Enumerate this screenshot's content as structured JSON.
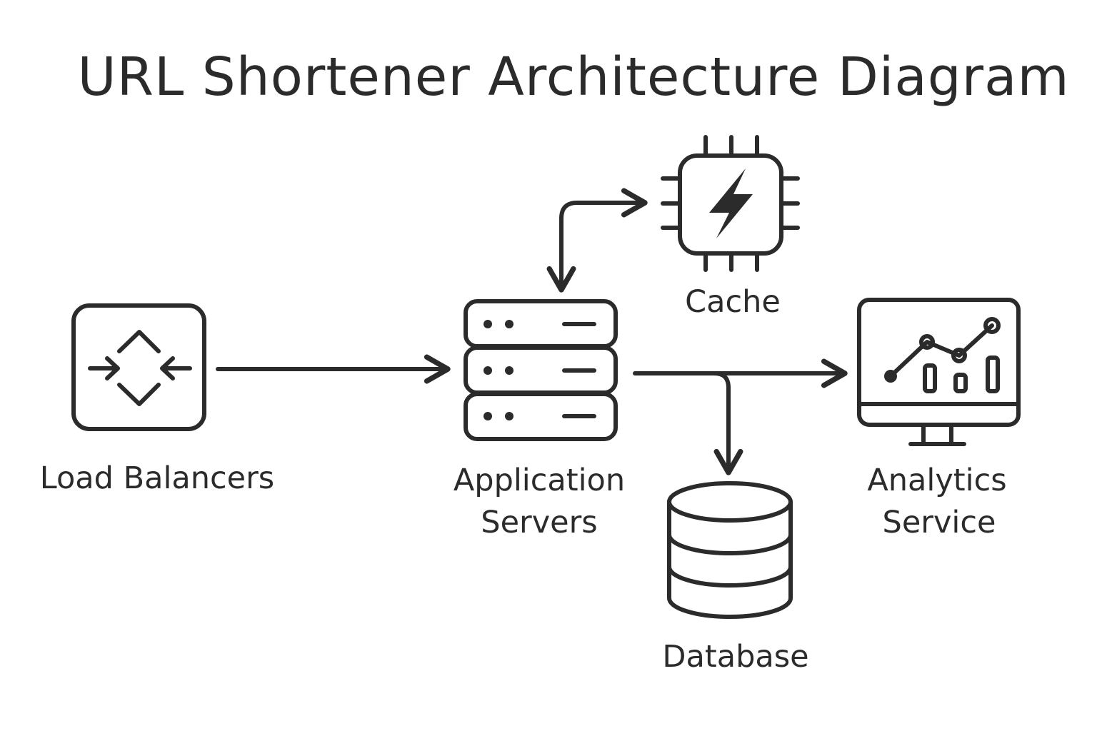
{
  "title": "URL Shortener Architecture Diagram",
  "colors": {
    "ink": "#2b2b2b",
    "background": "#ffffff"
  },
  "nodes": {
    "load_balancers": {
      "label": "Load Balancers",
      "icon": "load-balancer-icon"
    },
    "app_servers": {
      "label_line1": "Application",
      "label_line2": "Servers",
      "icon": "server-stack-icon"
    },
    "cache": {
      "label": "Cache",
      "icon": "chip-lightning-icon"
    },
    "database": {
      "label": "Database",
      "icon": "database-cylinder-icon"
    },
    "analytics": {
      "label_line1": "Analytics",
      "label_line2": "Service",
      "icon": "monitor-chart-icon"
    }
  },
  "edges": [
    {
      "from": "Load Balancers",
      "to": "Application Servers",
      "direction": "one-way"
    },
    {
      "from": "Application Servers",
      "to": "Cache",
      "direction": "two-way"
    },
    {
      "from": "Application Servers",
      "to": "Analytics Service",
      "direction": "one-way"
    },
    {
      "from": "Application Servers",
      "to": "Database",
      "direction": "one-way"
    }
  ]
}
